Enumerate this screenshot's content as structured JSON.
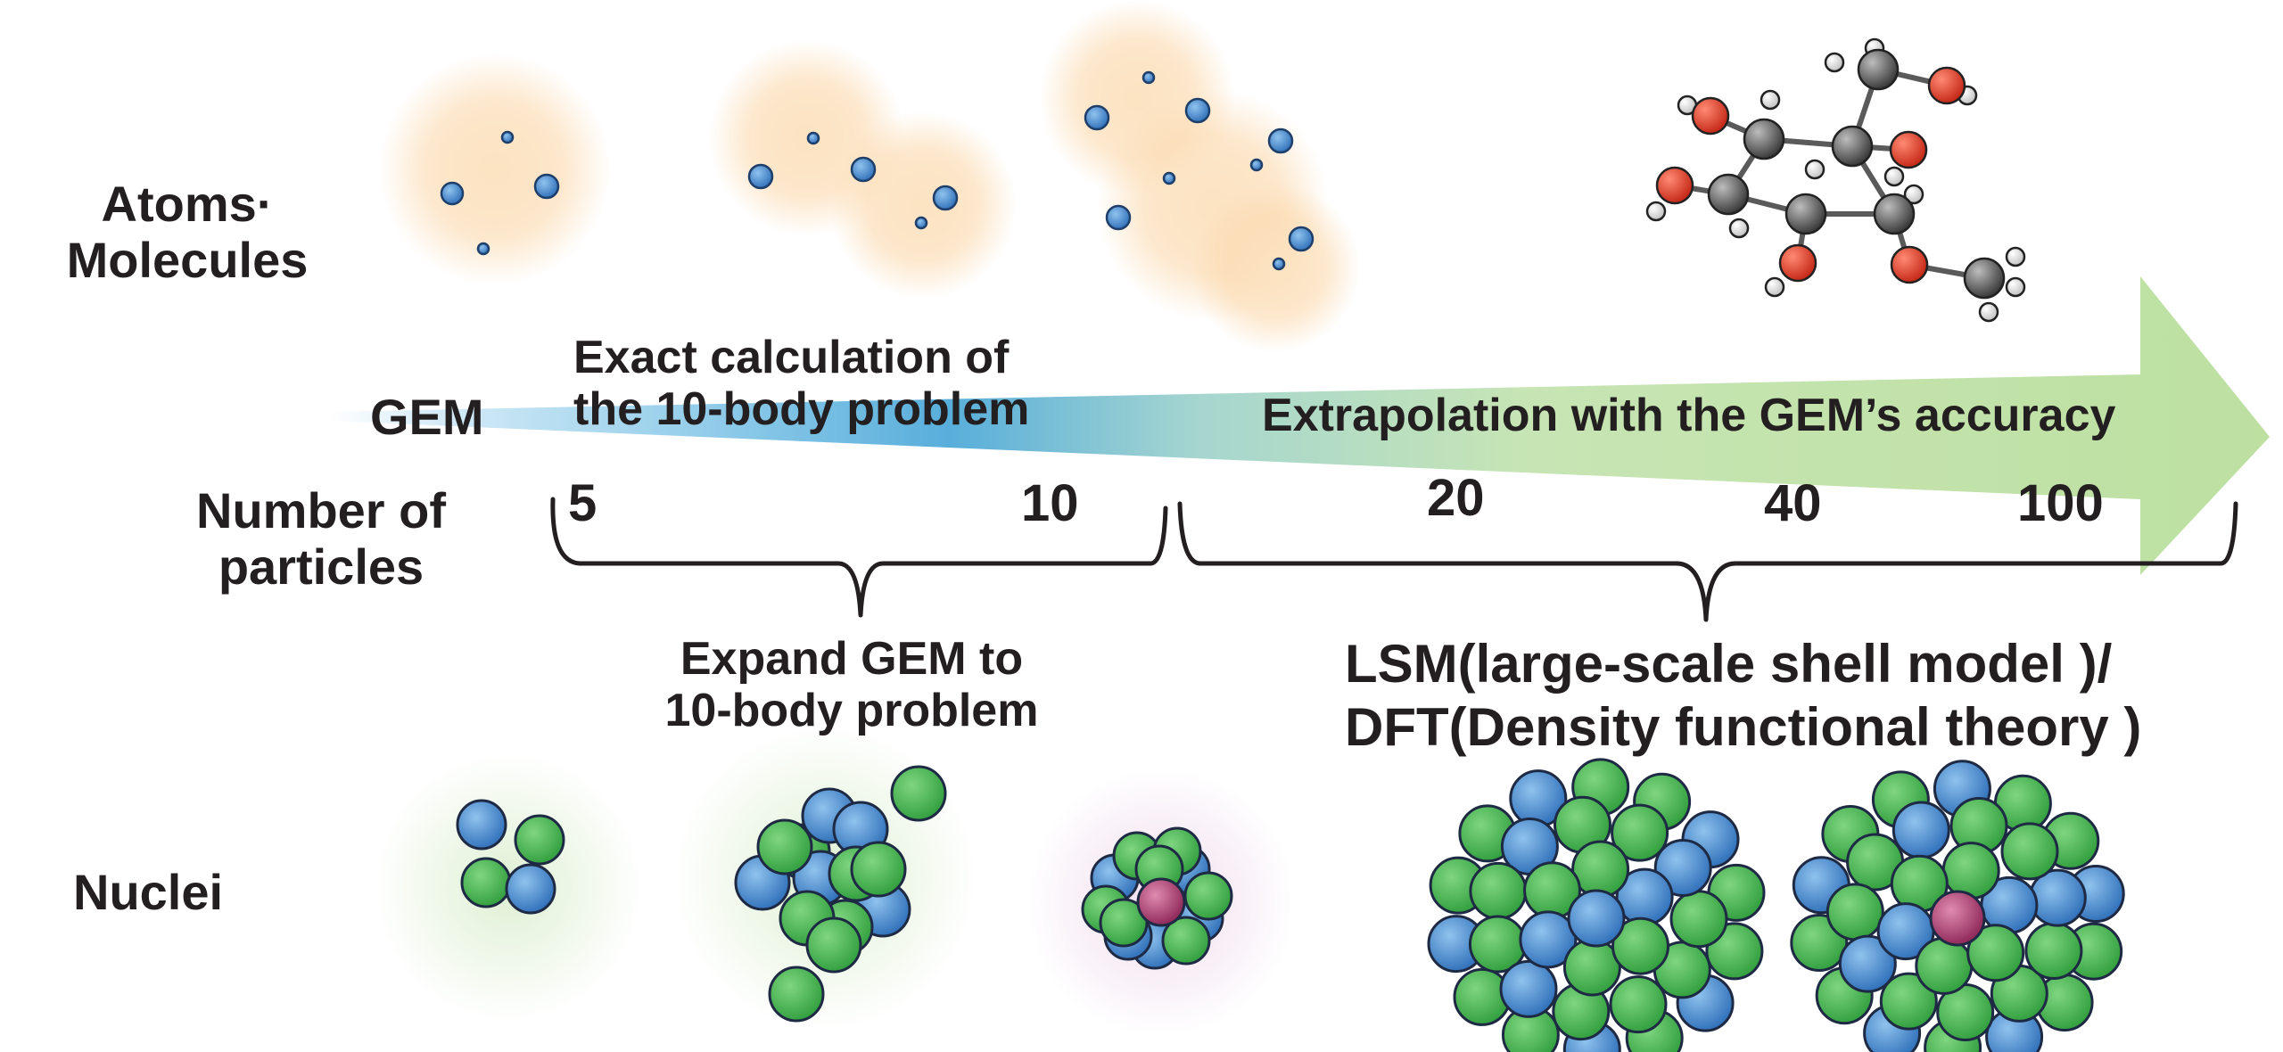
{
  "row_labels": {
    "atoms_line1": "Atoms·",
    "atoms_line2": "Molecules",
    "gem": "GEM",
    "number_line1": "Number of",
    "number_line2": "particles",
    "nuclei": "Nuclei"
  },
  "arrow": {
    "exact_line1": "Exact calculation of",
    "exact_line2": "the 10-body problem",
    "extrapolation": "Extrapolation with the GEM’s accuracy",
    "colors": {
      "start": "#d6ecf7",
      "blue": "#4ea7d6",
      "green": "#c5e3a6",
      "head": "#a9d98a"
    }
  },
  "ticks": [
    "5",
    "10",
    "20",
    "40",
    "100"
  ],
  "brackets": {
    "left_line1": "Expand GEM to",
    "left_line2": "10-body problem",
    "right_line1": "LSM(large-scale shell model )/",
    "right_line2": "DFT(Density functional theory )"
  },
  "colors": {
    "text": "#231f20",
    "proton": "#3b7ec9",
    "neutron": "#3fb34a",
    "hyperon": "#a8326a",
    "glow_orange": "#f9c98a",
    "glow_green": "#cfe8c0",
    "glow_purple": "#e7c8e8",
    "carbon": "#4a4a4a",
    "oxygen": "#e0301e",
    "hydrogen": "#f4f4f4"
  }
}
